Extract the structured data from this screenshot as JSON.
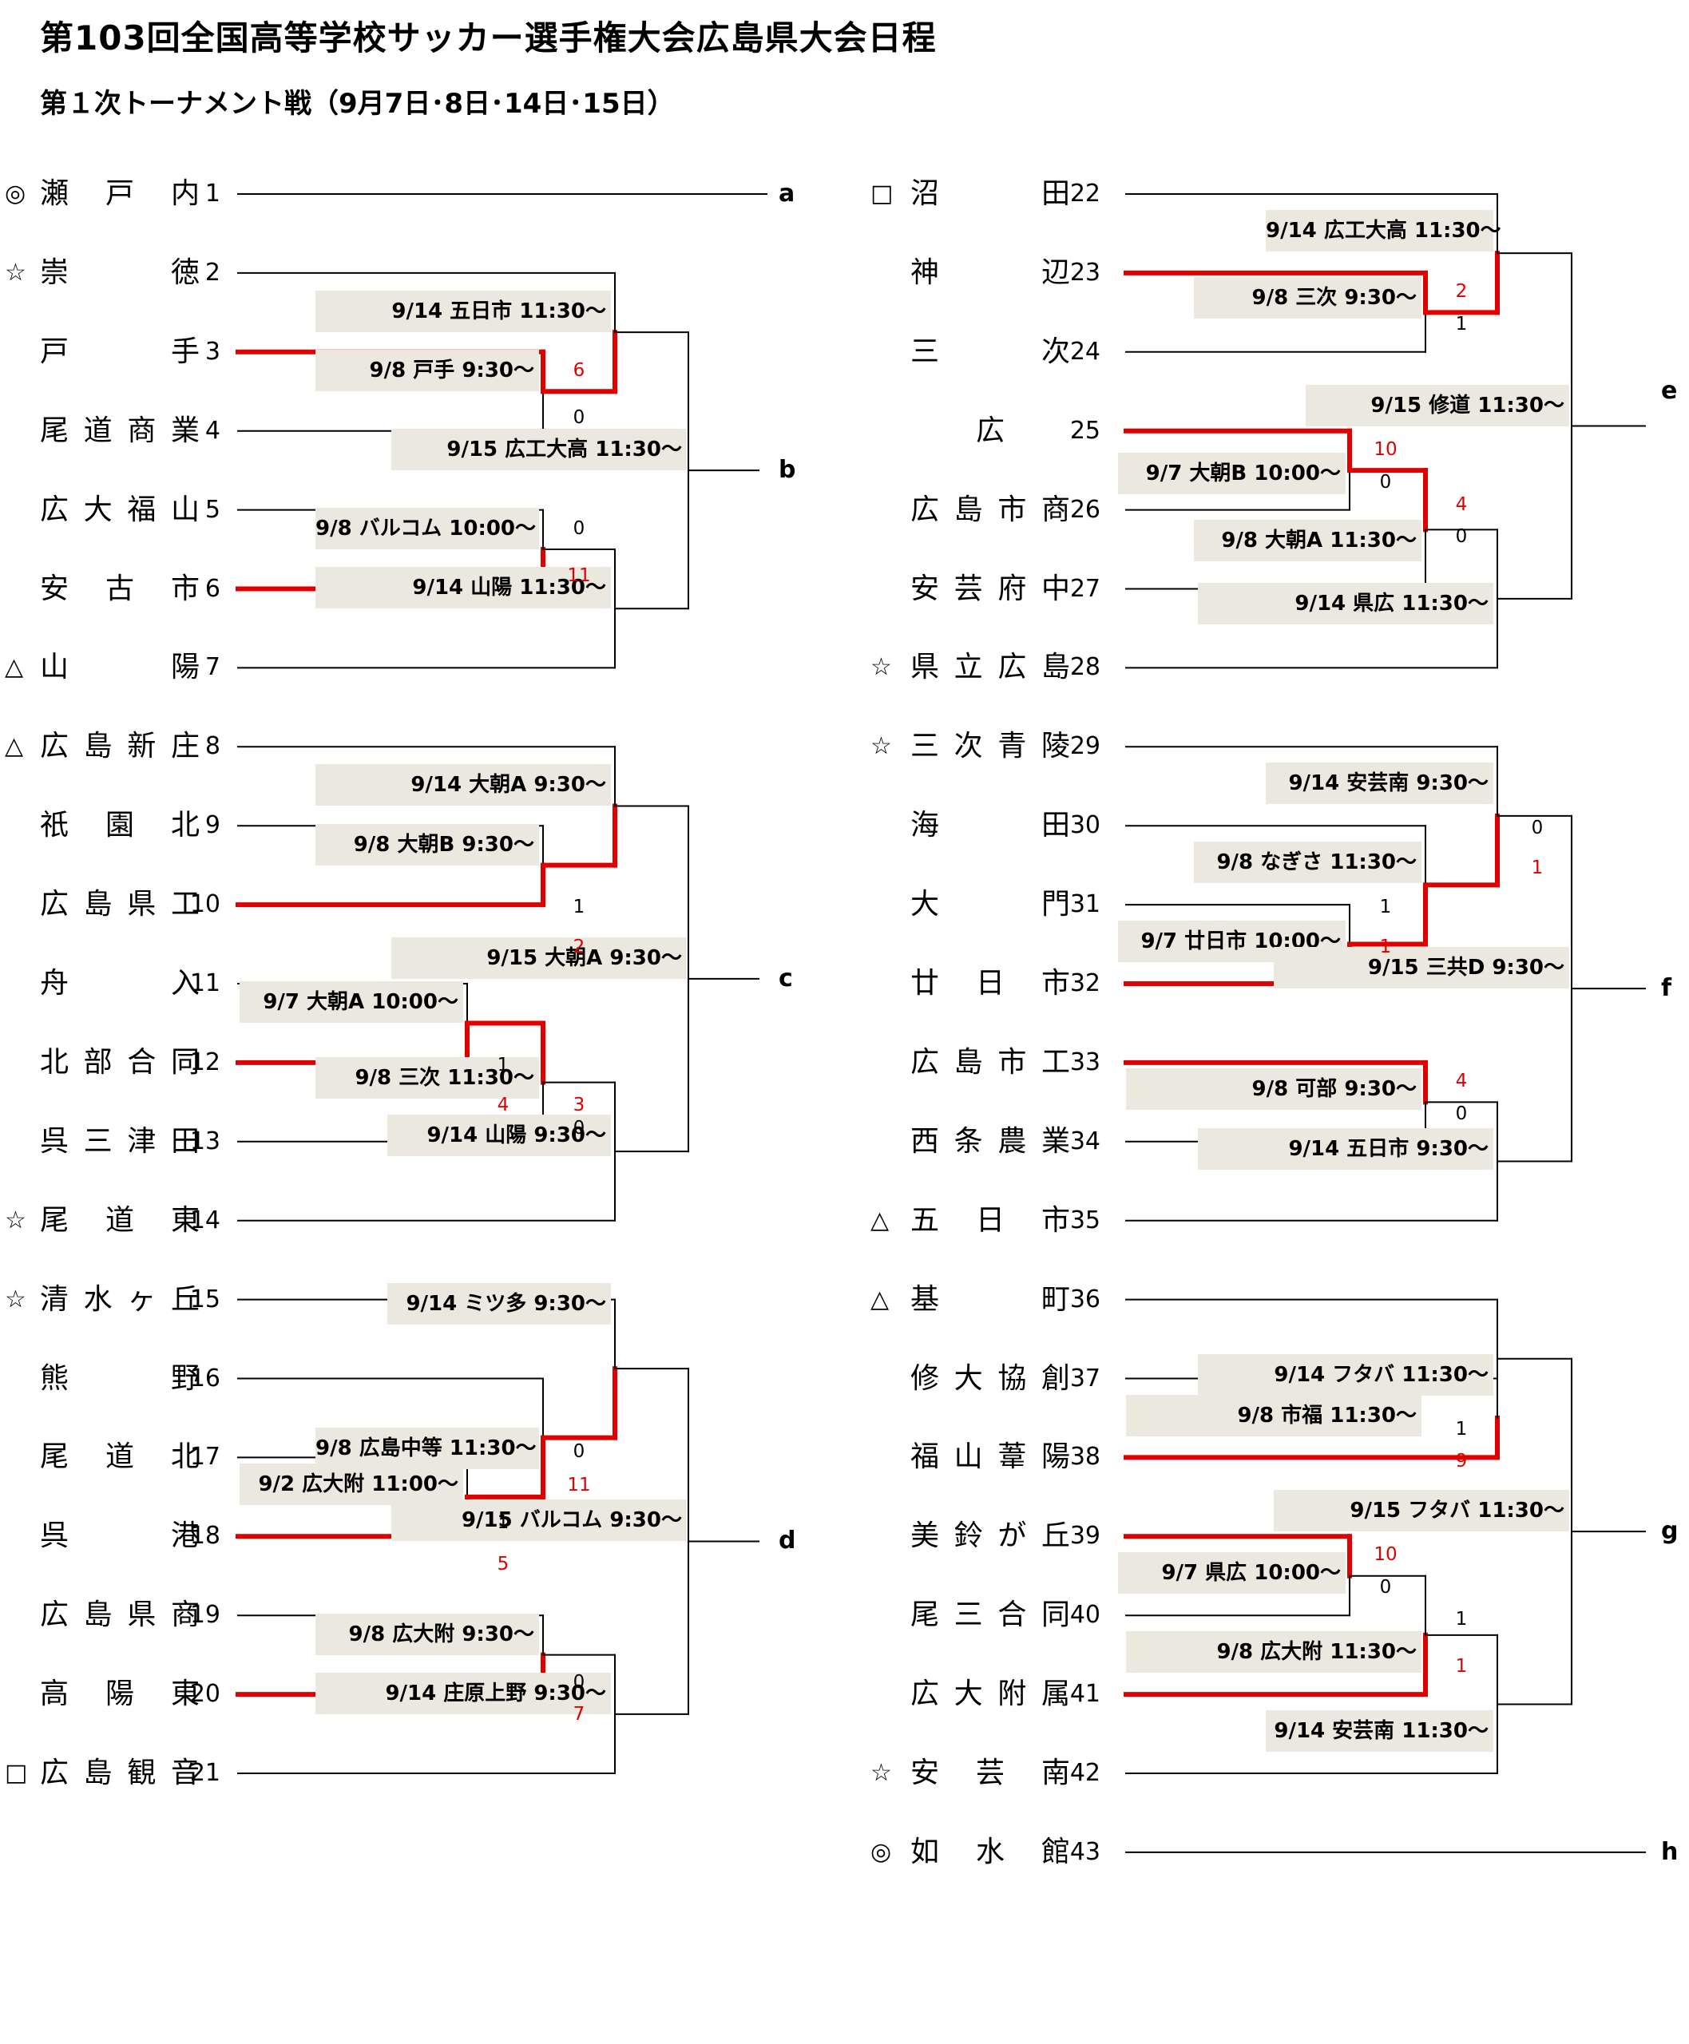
{
  "title": "第103回全国高等学校サッカー選手権大会広島県大会日程",
  "subtitle": "第１次トーナメント戦（9月7日･8日･14日･15日）",
  "win_color": "#e00000",
  "label_bg": "#ebe8df",
  "left": {
    "teams": [
      {
        "mark": "◎",
        "name": "瀬 戸 内",
        "num": "1"
      },
      {
        "mark": "☆",
        "name": "崇 徳",
        "num": "2"
      },
      {
        "mark": "",
        "name": "戸 手",
        "num": "3"
      },
      {
        "mark": "",
        "name": "尾 道 商 業",
        "num": "4"
      },
      {
        "mark": "",
        "name": "広 大 福 山",
        "num": "5"
      },
      {
        "mark": "",
        "name": "安 古 市",
        "num": "6"
      },
      {
        "mark": "△",
        "name": "山 陽",
        "num": "7"
      },
      {
        "mark": "△",
        "name": "広 島 新 庄",
        "num": "8"
      },
      {
        "mark": "",
        "name": "祇 園 北",
        "num": "9"
      },
      {
        "mark": "",
        "name": "広 島 県 工",
        "num": "10"
      },
      {
        "mark": "",
        "name": "舟 入",
        "num": "11"
      },
      {
        "mark": "",
        "name": "北 部 合 同",
        "num": "12"
      },
      {
        "mark": "",
        "name": "呉 三 津 田",
        "num": "13"
      },
      {
        "mark": "☆",
        "name": "尾 道 東",
        "num": "14"
      },
      {
        "mark": "☆",
        "name": "清 水 ヶ 丘",
        "num": "15"
      },
      {
        "mark": "",
        "name": "熊 野",
        "num": "16"
      },
      {
        "mark": "",
        "name": "尾 道 北",
        "num": "17"
      },
      {
        "mark": "",
        "name": "呉 港",
        "num": "18"
      },
      {
        "mark": "",
        "name": "広 島 県 商",
        "num": "19"
      },
      {
        "mark": "",
        "name": "高 陽 東",
        "num": "20"
      },
      {
        "mark": "□",
        "name": "広 島 観 音",
        "num": "21"
      }
    ],
    "labels": [
      "9/14 五日市 11:30～",
      "9/8 戸手 9:30～",
      "9/15 広工大高 11:30～",
      "9/8 バルコム 10:00～",
      "9/14 山陽 11:30～",
      "9/14 大朝A 9:30～",
      "9/8 大朝B 9:30～",
      "9/15 大朝A 9:30～",
      "9/7 大朝A 10:00～",
      "9/8 三次 11:30～",
      "9/14 山陽 9:30～",
      "9/14 ミツ多 9:30～",
      "9/8 広島中等 11:30～",
      "9/2 広大附 11:00～",
      "9/15 バルコム 9:30～",
      "9/8 広大附 9:30～",
      "9/14 庄原上野 9:30～"
    ],
    "scores": [
      "6",
      "0",
      "0",
      "11",
      "1",
      "2",
      "1",
      "4",
      "3",
      "0",
      "0",
      "11",
      "1",
      "5",
      "0",
      "7"
    ],
    "slots": [
      "a",
      "b",
      "c",
      "d"
    ]
  },
  "right": {
    "teams": [
      {
        "mark": "□",
        "name": "沼 田",
        "num": "22"
      },
      {
        "mark": "",
        "name": "神 辺",
        "num": "23"
      },
      {
        "mark": "",
        "name": "三 次",
        "num": "24"
      },
      {
        "mark": "",
        "name": "広",
        "num": "25"
      },
      {
        "mark": "",
        "name": "広 島 市 商",
        "num": "26"
      },
      {
        "mark": "",
        "name": "安 芸 府 中",
        "num": "27"
      },
      {
        "mark": "☆",
        "name": "県 立 広 島",
        "num": "28"
      },
      {
        "mark": "☆",
        "name": "三 次 青 陵",
        "num": "29"
      },
      {
        "mark": "",
        "name": "海 田",
        "num": "30"
      },
      {
        "mark": "",
        "name": "大 門",
        "num": "31"
      },
      {
        "mark": "",
        "name": "廿 日 市",
        "num": "32"
      },
      {
        "mark": "",
        "name": "広 島 市 工",
        "num": "33"
      },
      {
        "mark": "",
        "name": "西 条 農 業",
        "num": "34"
      },
      {
        "mark": "△",
        "name": "五 日 市",
        "num": "35"
      },
      {
        "mark": "△",
        "name": "基 町",
        "num": "36"
      },
      {
        "mark": "",
        "name": "修 大 協 創",
        "num": "37"
      },
      {
        "mark": "",
        "name": "福 山 葦 陽",
        "num": "38"
      },
      {
        "mark": "",
        "name": "美 鈴 が 丘",
        "num": "39"
      },
      {
        "mark": "",
        "name": "尾 三 合 同",
        "num": "40"
      },
      {
        "mark": "",
        "name": "広 大 附 属",
        "num": "41"
      },
      {
        "mark": "☆",
        "name": "安 芸 南",
        "num": "42"
      },
      {
        "mark": "◎",
        "name": "如 水 館",
        "num": "43"
      }
    ],
    "labels": [
      "9/14 広工大高 11:30～",
      "9/8 三次 9:30～",
      "9/15 修道 11:30～",
      "9/7 大朝B 10:00～",
      "9/8 大朝A 11:30～",
      "9/14 県広 11:30～",
      "9/14 安芸南 9:30～",
      "9/8 なぎさ 11:30～",
      "9/7 廿日市 10:00～",
      "9/15 三共D 9:30～",
      "9/8 可部 9:30～",
      "9/14 五日市 9:30～",
      "9/14 フタバ 11:30～",
      "9/8 市福 11:30～",
      "9/15 フタバ 11:30～",
      "9/7 県広 10:00～",
      "9/8 広大附 11:30～",
      "9/14 安芸南 11:30～"
    ],
    "scores": [
      "2",
      "1",
      "10",
      "0",
      "4",
      "0",
      "0",
      "1",
      "1",
      "1",
      "4",
      "0",
      "1",
      "9",
      "10",
      "0",
      "1",
      "1"
    ],
    "slots": [
      "e",
      "f",
      "g",
      "h"
    ]
  }
}
